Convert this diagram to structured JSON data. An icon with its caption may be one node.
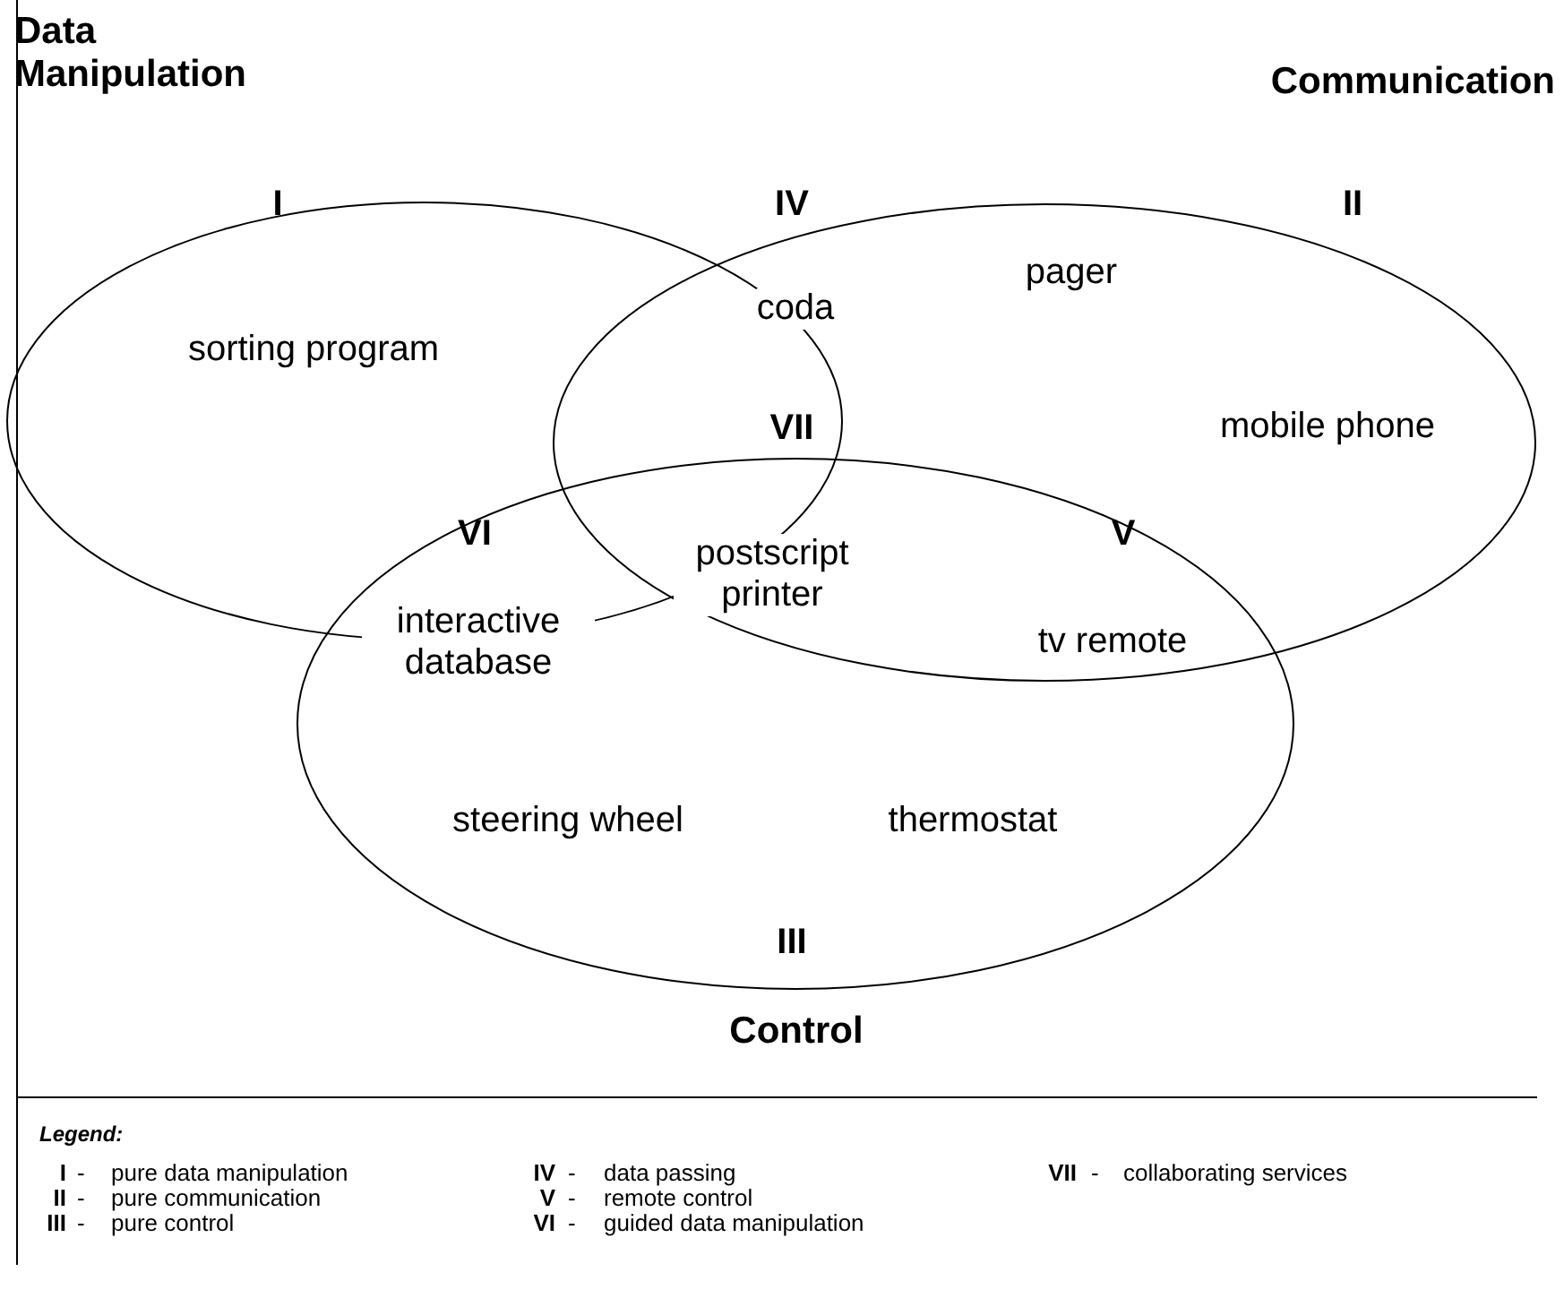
{
  "diagram": {
    "nodes": [
      {
        "text": [
          "Data Manipulation"
        ]
      },
      {
        "text": [
          "Communication"
        ]
      },
      {
        "text": [
          "Control"
        ]
      }
    ],
    "edges": [],
    "labels": [
      "I",
      "IV",
      "II",
      "sorting program",
      "coda",
      "pager",
      "VII",
      "mobile phone",
      "VI",
      "postscript printer",
      "V",
      "interactive database",
      "tv remote",
      "steering wheel",
      "thermostat",
      "III",
      "Legend:",
      "I",
      "-",
      "pure data manipulation",
      "IV",
      "-",
      "data passing",
      "VII",
      "-",
      "collaborating services",
      "II",
      "-",
      "pure communication",
      "V",
      "-",
      "remote control",
      "III",
      "-",
      "pure control",
      "VI",
      "-",
      "guided data manipulation"
    ]
  }
}
